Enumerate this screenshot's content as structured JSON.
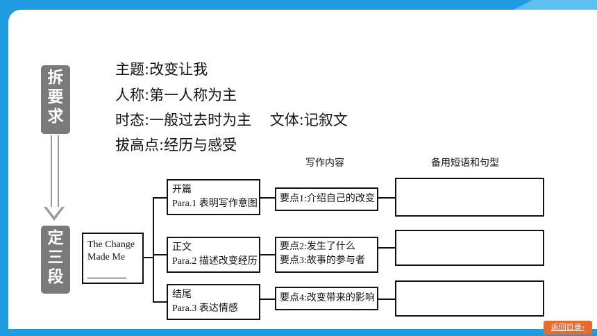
{
  "sidebar": {
    "top_block": [
      "拆",
      "要",
      "求"
    ],
    "bottom_block": [
      "定",
      "三",
      "段"
    ]
  },
  "requirements": [
    "主题:改变让我",
    "人称:第一人称为主",
    "时态:一般过去时为主    文体:记叙文",
    "拔高点:经历与感受"
  ],
  "diagram": {
    "col_content": "写作内容",
    "col_phrases": "备用短语和句型",
    "root": {
      "line1": "The Change",
      "line2": "Made Me"
    },
    "paras": [
      {
        "title": "开篇",
        "desc": "Para.1 表明写作意图"
      },
      {
        "title": "正文",
        "desc": "Para.2 描述改变经历"
      },
      {
        "title": "结尾",
        "desc": "Para.3 表达情感"
      }
    ],
    "points": [
      [
        "要点1:介绍自己的改变"
      ],
      [
        "要点2:发生了什么",
        "要点3:故事的参与者"
      ],
      [
        "要点4:改变带来的影响"
      ]
    ]
  },
  "nav": {
    "back_label": "返回目录"
  },
  "colors": {
    "frame": "#1f9bdf",
    "side_block": "#7a7a7a",
    "back_button": "#e86b2d"
  }
}
